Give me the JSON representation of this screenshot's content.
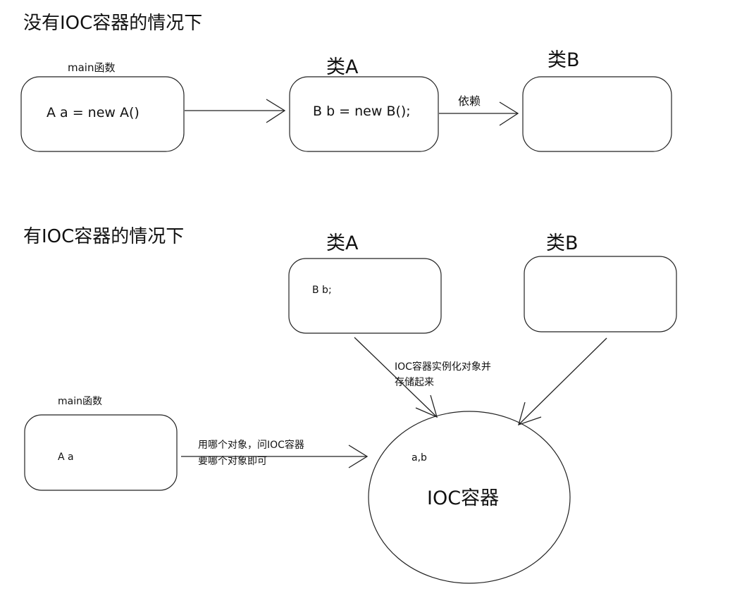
{
  "sections": {
    "without_ioc_title": "没有IOC容器的情况下",
    "with_ioc_title": "有IOC容器的情况下"
  },
  "top": {
    "main_label": "main函数",
    "main_code": "A  a = new A()",
    "classA_label": "类A",
    "classA_code": "B b = new B();",
    "dependency_label": "依赖",
    "classB_label": "类B"
  },
  "bottom": {
    "classA_label": "类A",
    "classA_code": "B  b;",
    "classB_label": "类B",
    "instantiate_note_line1": "IOC容器实例化对象并",
    "instantiate_note_line2": "存储起来",
    "main_label": "main函数",
    "main_code": "A a",
    "request_note_line1": "用哪个对象，问IOC容器",
    "request_note_line2": "要哪个对象即可",
    "container_contents": "a,b",
    "container_label": "IOC容器"
  }
}
